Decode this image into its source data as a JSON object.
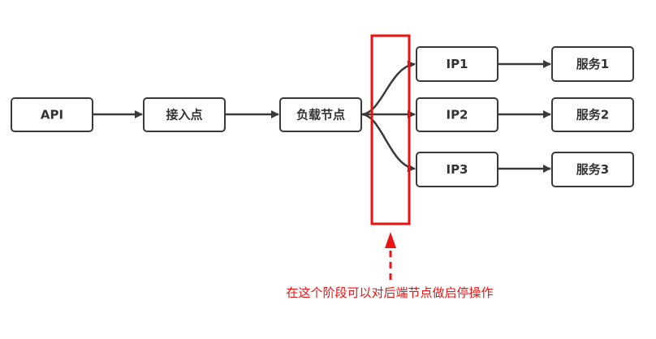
{
  "diagram": {
    "nodes": [
      {
        "id": "api",
        "label": "API"
      },
      {
        "id": "entry",
        "label": "接入点"
      },
      {
        "id": "lb",
        "label": "负载节点"
      },
      {
        "id": "ip1",
        "label": "IP1"
      },
      {
        "id": "ip2",
        "label": "IP2"
      },
      {
        "id": "ip3",
        "label": "IP3"
      },
      {
        "id": "svc1",
        "label": "服务1"
      },
      {
        "id": "svc2",
        "label": "服务2"
      },
      {
        "id": "svc3",
        "label": "服务3"
      }
    ],
    "edges": [
      {
        "from": "api",
        "to": "entry"
      },
      {
        "from": "entry",
        "to": "lb"
      },
      {
        "from": "lb",
        "to": "ip1"
      },
      {
        "from": "lb",
        "to": "ip2"
      },
      {
        "from": "lb",
        "to": "ip3"
      },
      {
        "from": "ip1",
        "to": "svc1"
      },
      {
        "from": "ip2",
        "to": "svc2"
      },
      {
        "from": "ip3",
        "to": "svc3"
      }
    ],
    "annotation": {
      "text": "在这个阶段可以对后端节点做启停操作",
      "color": "#ee1111"
    },
    "colors": {
      "node_border": "#3a3a3a",
      "highlight": "#ee1111"
    }
  }
}
